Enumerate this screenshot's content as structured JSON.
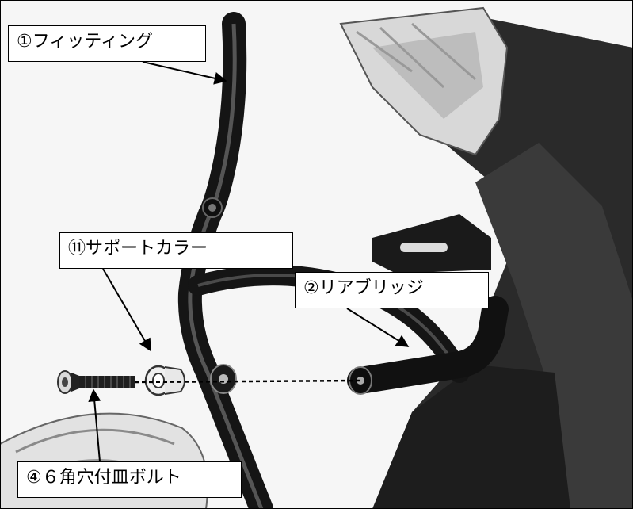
{
  "callouts": {
    "fitting": "①フィッティング",
    "support_collar": "⑪サポートカラー",
    "rear_bridge": "②リアブリッジ",
    "bolt": "④６角穴付皿ボルト"
  },
  "colors": {
    "background": "#f6f6f6",
    "rail": "#151515",
    "body_dark": "#2a2a2a",
    "tail_light": "#d8d8d8",
    "label_border": "#000000"
  }
}
